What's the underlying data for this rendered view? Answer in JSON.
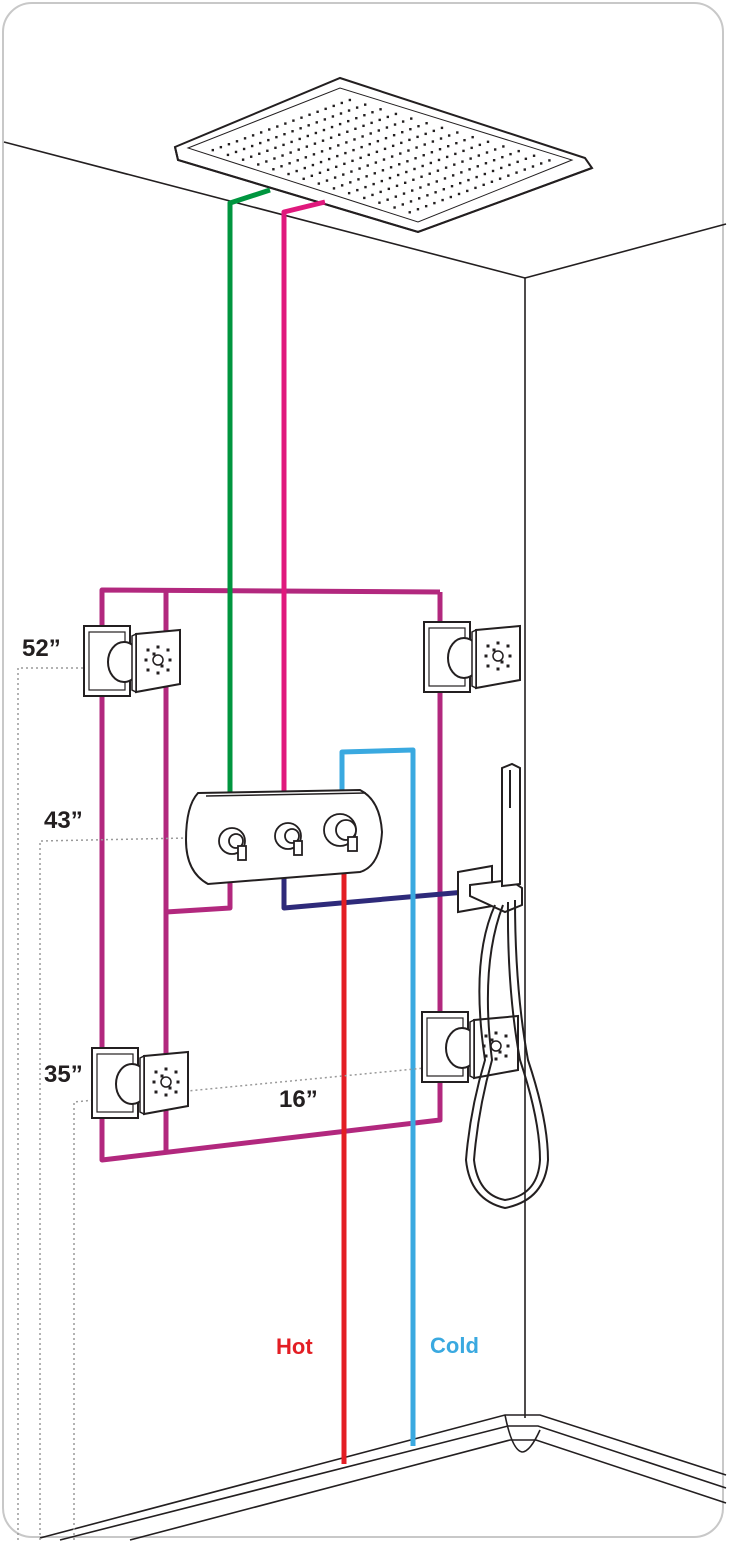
{
  "heights": {
    "h52": "52”",
    "h43": "43”",
    "h35": "35”",
    "spacing16": "16”"
  },
  "supply": {
    "hot_label": "Hot",
    "cold_label": "Cold"
  },
  "colors": {
    "hot_line": "#e31e24",
    "cold_line": "#3aa9e0",
    "rain_head_line_a": "#00963f",
    "rain_head_line_b": "#e0197d",
    "body_jet_loop": "#b2287e",
    "hand_shower_line": "#2e2a7a",
    "outline": "#231f20",
    "dim_line": "#9a9a9a"
  },
  "icons": [
    "rain-shower-head-icon",
    "body-jet-icon",
    "thermostatic-valve-icon",
    "hand-shower-icon"
  ]
}
